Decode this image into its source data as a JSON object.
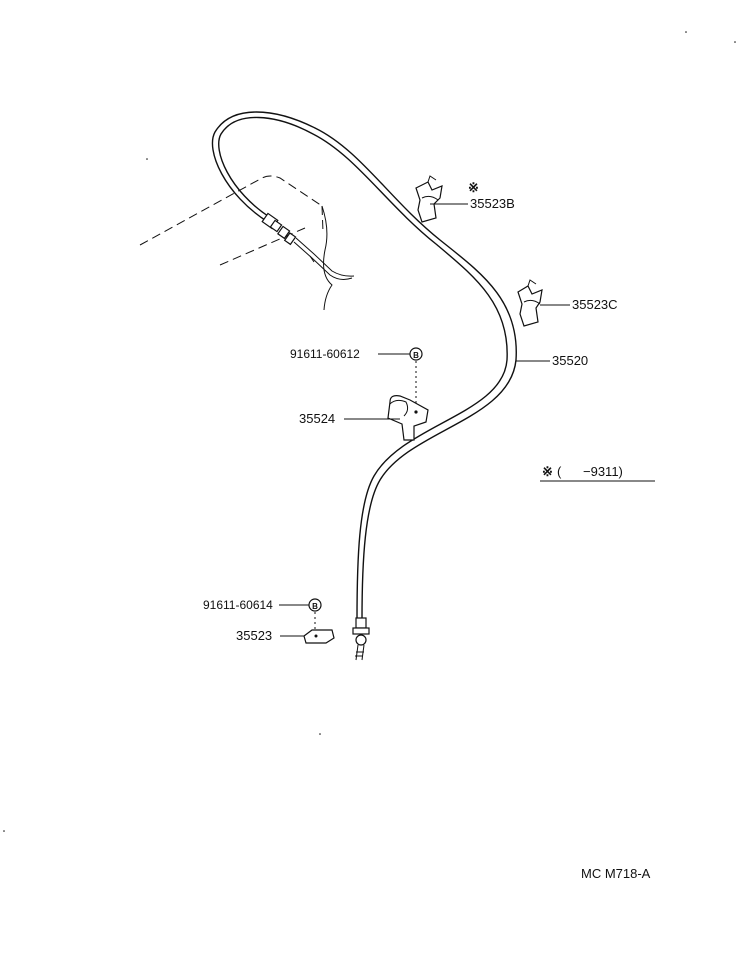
{
  "labels": {
    "p35523b": "35523B",
    "p35523c": "35523C",
    "p35520": "35520",
    "p91611_60612": "91611-60612",
    "p35524": "35524",
    "p91611_60614": "91611-60614",
    "p35523": "35523",
    "note_symbol": "※",
    "note_range": "(      −9311)",
    "bolt_marker": "B",
    "diagram_code": "MC M718-A"
  }
}
